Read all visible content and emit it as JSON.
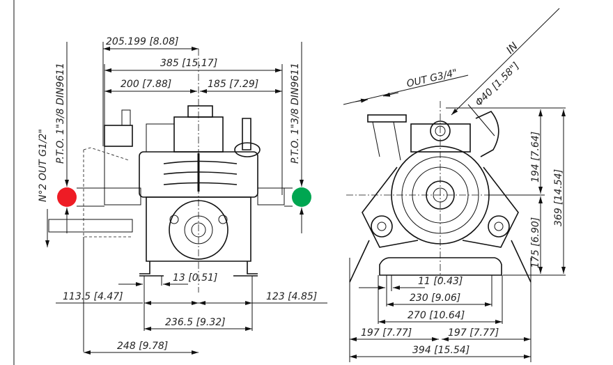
{
  "left_view": {
    "dims": {
      "d205": "205.199 [8.08]",
      "d385": "385 [15.17]",
      "d200": "200 [7.88]",
      "d185": "185 [7.29]",
      "d13": "13 [0.51]",
      "d113": "113.5 [4.47]",
      "d123": "123 [4.85]",
      "d236": "236.5 [9.32]",
      "d248": "248 [9.78]"
    },
    "labels": {
      "out_port": "N°2 OUT G1/2\"",
      "pto_left": "P.T.O. 1\"3/8 DIN9611",
      "pto_right": "P.T.O. 1\"3/8 DIN9611"
    },
    "markers": {
      "left_color": "#ee1c25",
      "right_color": "#00a651"
    }
  },
  "right_view": {
    "dims": {
      "d194": "194 [7.64]",
      "d175": "175 [6.90]",
      "d369": "369 [14.54]",
      "d11": "11 [0.43]",
      "d230": "230 [9.06]",
      "d270": "270 [10.64]",
      "d197l": "197 [7.77]",
      "d197r": "197 [7.77]",
      "d394": "394 [15.54]"
    },
    "labels": {
      "inlet": "IN",
      "inlet_dia": "Φ40 [1.58\"]",
      "outlet": "OUT G3/4\""
    }
  }
}
